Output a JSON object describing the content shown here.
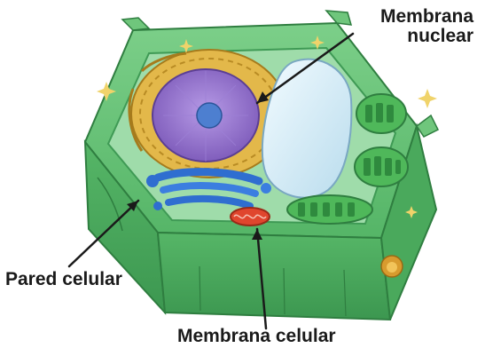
{
  "labels": {
    "membrana_nuclear_line1": "Membrana",
    "membrana_nuclear_line2": "nuclear",
    "pared_celular": "Pared celular",
    "membrana_celular": "Membrana celular"
  },
  "colors": {
    "cell_wall": "#5cb870",
    "cell_wall_dark": "#3f9a55",
    "cytoplasm": "#8fd49c",
    "nucleus_envelope": "#e3b84a",
    "nucleus_interior": "#8e6cc6",
    "nucleolus": "#4d7fd0",
    "golgi": "#2f6ed0",
    "vacuole": "#cfe6f2",
    "chloroplast": "#4fb85a",
    "mitochondrion": "#e0462e",
    "label_text": "#1a1a1a"
  }
}
